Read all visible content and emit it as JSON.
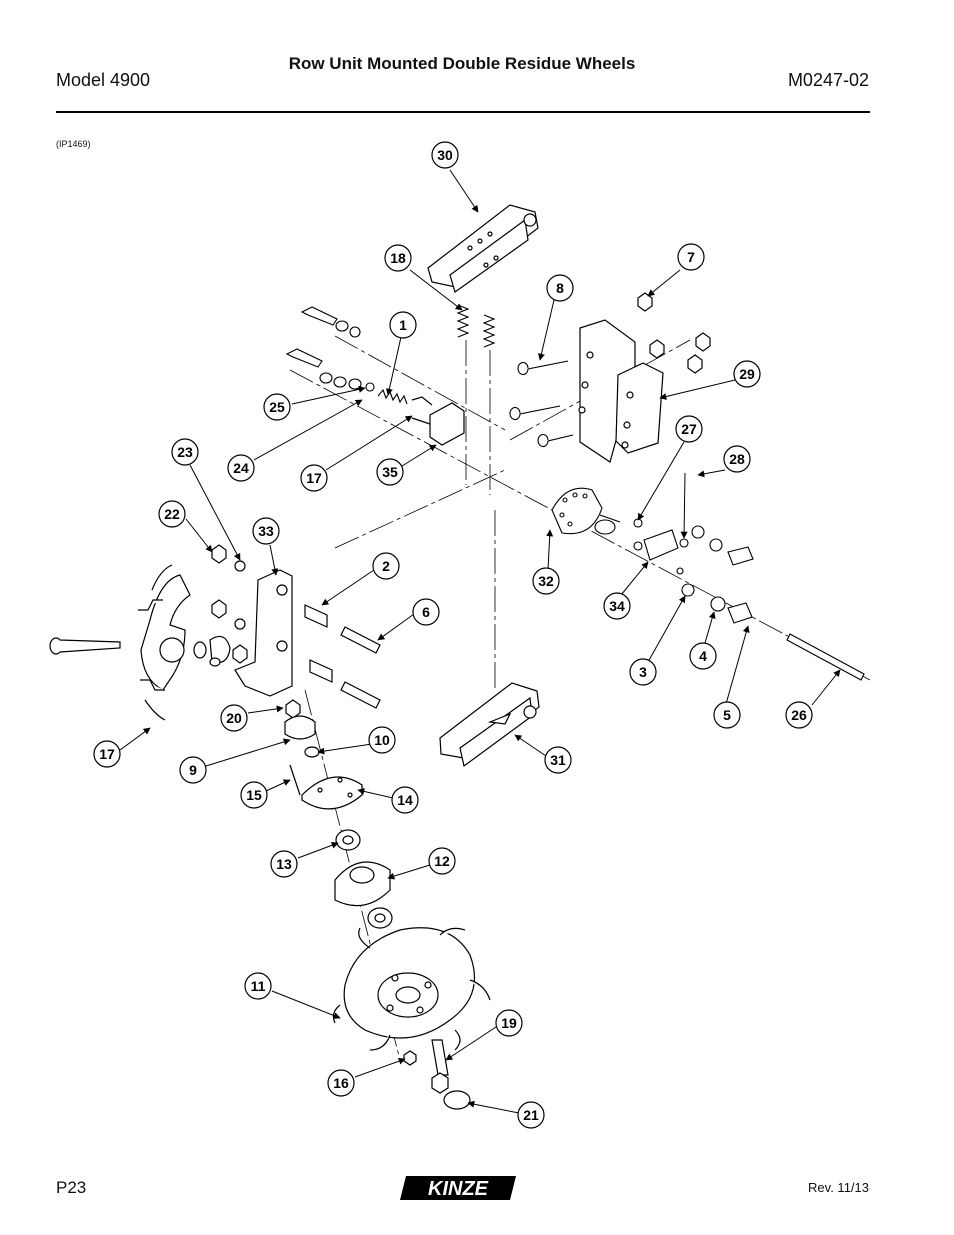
{
  "header": {
    "title": "Row Unit Mounted Double Residue Wheels",
    "model": "Model 4900",
    "doc_number": "M0247-02",
    "illustration_id": "(IP1469)"
  },
  "footer": {
    "page": "P23",
    "revision": "Rev. 11/13",
    "logo": "KINZE"
  },
  "callouts": [
    {
      "id": "c30",
      "label": "30"
    },
    {
      "id": "c18",
      "label": "18"
    },
    {
      "id": "c7",
      "label": "7"
    },
    {
      "id": "c8",
      "label": "8"
    },
    {
      "id": "c1",
      "label": "1"
    },
    {
      "id": "c29",
      "label": "29"
    },
    {
      "id": "c25",
      "label": "25"
    },
    {
      "id": "c27",
      "label": "27"
    },
    {
      "id": "c23",
      "label": "23"
    },
    {
      "id": "c28",
      "label": "28"
    },
    {
      "id": "c24",
      "label": "24"
    },
    {
      "id": "c17a",
      "label": "17"
    },
    {
      "id": "c35",
      "label": "35"
    },
    {
      "id": "c22",
      "label": "22"
    },
    {
      "id": "c33",
      "label": "33"
    },
    {
      "id": "c2",
      "label": "2"
    },
    {
      "id": "c32",
      "label": "32"
    },
    {
      "id": "c6",
      "label": "6"
    },
    {
      "id": "c34",
      "label": "34"
    },
    {
      "id": "c4",
      "label": "4"
    },
    {
      "id": "c3",
      "label": "3"
    },
    {
      "id": "c20",
      "label": "20"
    },
    {
      "id": "c5",
      "label": "5"
    },
    {
      "id": "c26",
      "label": "26"
    },
    {
      "id": "c10",
      "label": "10"
    },
    {
      "id": "c17b",
      "label": "17"
    },
    {
      "id": "c9",
      "label": "9"
    },
    {
      "id": "c31",
      "label": "31"
    },
    {
      "id": "c15",
      "label": "15"
    },
    {
      "id": "c14",
      "label": "14"
    },
    {
      "id": "c12",
      "label": "12"
    },
    {
      "id": "c13",
      "label": "13"
    },
    {
      "id": "c11",
      "label": "11"
    },
    {
      "id": "c19",
      "label": "19"
    },
    {
      "id": "c16",
      "label": "16"
    },
    {
      "id": "c21",
      "label": "21"
    }
  ]
}
